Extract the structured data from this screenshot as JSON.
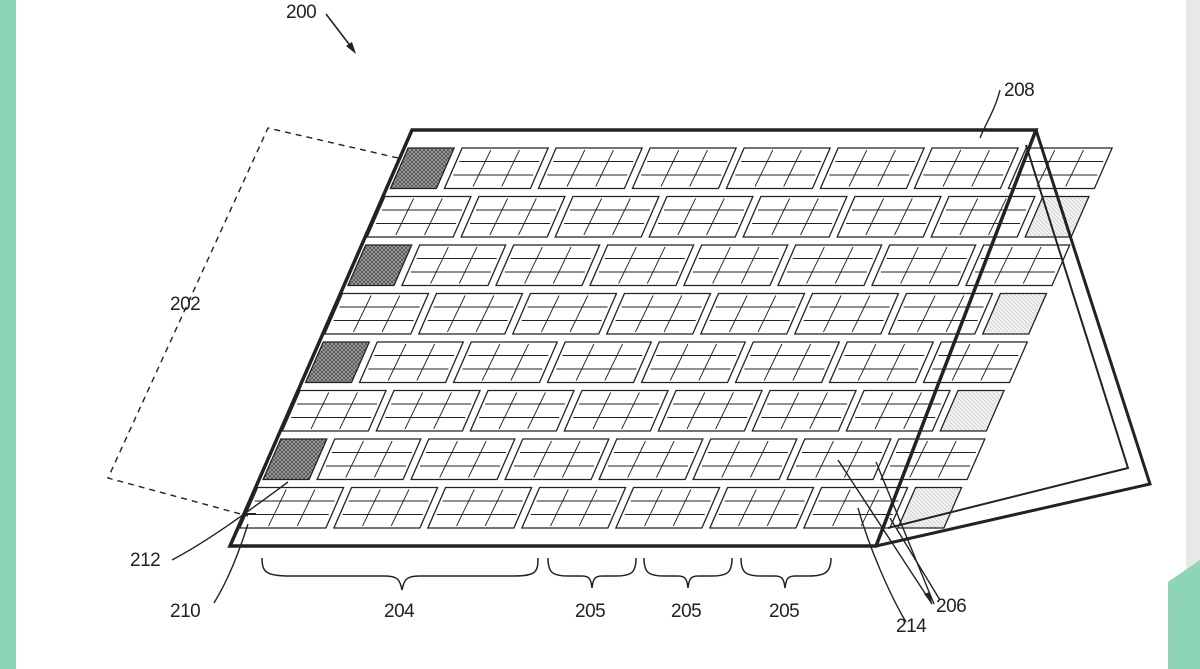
{
  "colors": {
    "left_bar": "#8dd5b6",
    "right_bar": "#e7e8ea",
    "corner_accent": "#8dd5b6",
    "ink": "#222222",
    "paper": "#ffffff"
  },
  "figure": {
    "ref_overall": "200",
    "ref_array": "202",
    "ref_group_wide": "204",
    "ref_group_1": "205",
    "ref_group_2": "205",
    "ref_group_3": "205",
    "ref_cells": "206",
    "ref_frame": "208",
    "ref_edge": "210",
    "ref_dark_module": "212",
    "ref_light_module": "214"
  }
}
